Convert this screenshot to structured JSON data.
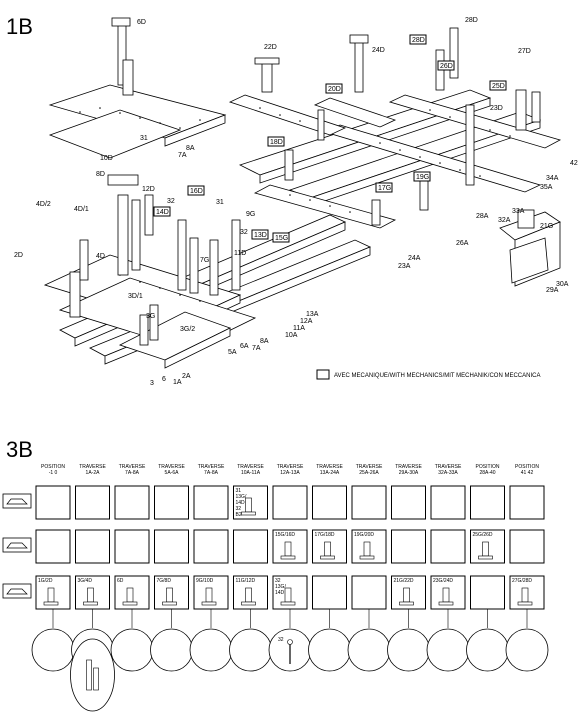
{
  "section_1b": {
    "title": "1B",
    "legend_text": "AVEC MECANIQUE/WITH MECHANICS/MIT MECHANIK/CON MECCANICA",
    "labels": {
      "l6d": "6D",
      "l22d": "22D",
      "l24d": "24D",
      "l28d_a": "28D",
      "l28d_b": "28D",
      "l27d": "27D",
      "l26d": "26D",
      "l25d": "25D",
      "l23d": "23D",
      "l18d": "18D",
      "l16d": "16D",
      "l20d": "20D",
      "l17g": "17G",
      "l19g": "19G",
      "l14d": "14D",
      "l15g": "15G",
      "l13d": "13D",
      "l21g": "21G",
      "l10d": "10D",
      "l8d": "8D",
      "l12d": "12D",
      "l11d": "11D",
      "l7g": "7G",
      "l9g": "9G",
      "l4d2": "4D/2",
      "l4d1": "4D/1",
      "l4d": "4D",
      "l2d": "2D",
      "l3g": "3G",
      "l3g2": "3G/2",
      "l3d1": "3D/1",
      "l31a": "31",
      "l31b": "31",
      "l32a": "32",
      "l32b": "32",
      "l7a": "7A",
      "l8a": "8A",
      "l28a": "28A",
      "l26a": "26A",
      "l24a": "24A",
      "l23a": "23A",
      "l32a2": "32A",
      "l33a": "33A",
      "l29a": "29A",
      "l30a": "30A",
      "l34a": "34A",
      "l42": "42",
      "l35a": "35A",
      "l10a": "10A",
      "l11a": "11A",
      "l12a": "12A",
      "l13a": "13A",
      "l5a": "5A",
      "l6a": "6A",
      "l7a2": "7A",
      "l8a2": "8A",
      "l2a": "2A",
      "l1a": "1A",
      "l3a": "3",
      "l6b": "6"
    }
  },
  "section_3b": {
    "title": "3B",
    "columns": [
      "POSITION\n-1  0",
      "TRAVERSE\n1A-2A",
      "TRAVERSE\n7A-8A",
      "TRAVERSE\n5A-6A",
      "TRAVERSE\n7A-8A",
      "TRAVERSE\n10A-11A",
      "TRAVERSE\n12A-13A",
      "TRAVERSE\n13A-24A",
      "TRAVERSE\n25A-26A",
      "TRAVERSE\n29A-30A",
      "TRAVERSE\n32A-33A",
      "POSITION\n28A-40",
      "POSITION\n41  42"
    ],
    "row1_cells": [
      "",
      "",
      "",
      "",
      "",
      "31\n13G/\n14D\n32\nB2",
      "",
      "",
      "",
      "",
      "",
      "",
      ""
    ],
    "row2_cells": [
      "",
      "",
      "",
      "",
      "",
      "",
      "15G/16D",
      "17G/18D",
      "19G/20D",
      "",
      "",
      "25G/26D",
      ""
    ],
    "row3_cells": [
      "1G/2D",
      "3G/4D",
      "6D",
      "7G/8D",
      "9G/10D",
      "11G/12D",
      "32\n13G/\n14D",
      "",
      "",
      "21G/22D",
      "23G/24D",
      "",
      "27G/28D"
    ],
    "tool_label": "32"
  }
}
